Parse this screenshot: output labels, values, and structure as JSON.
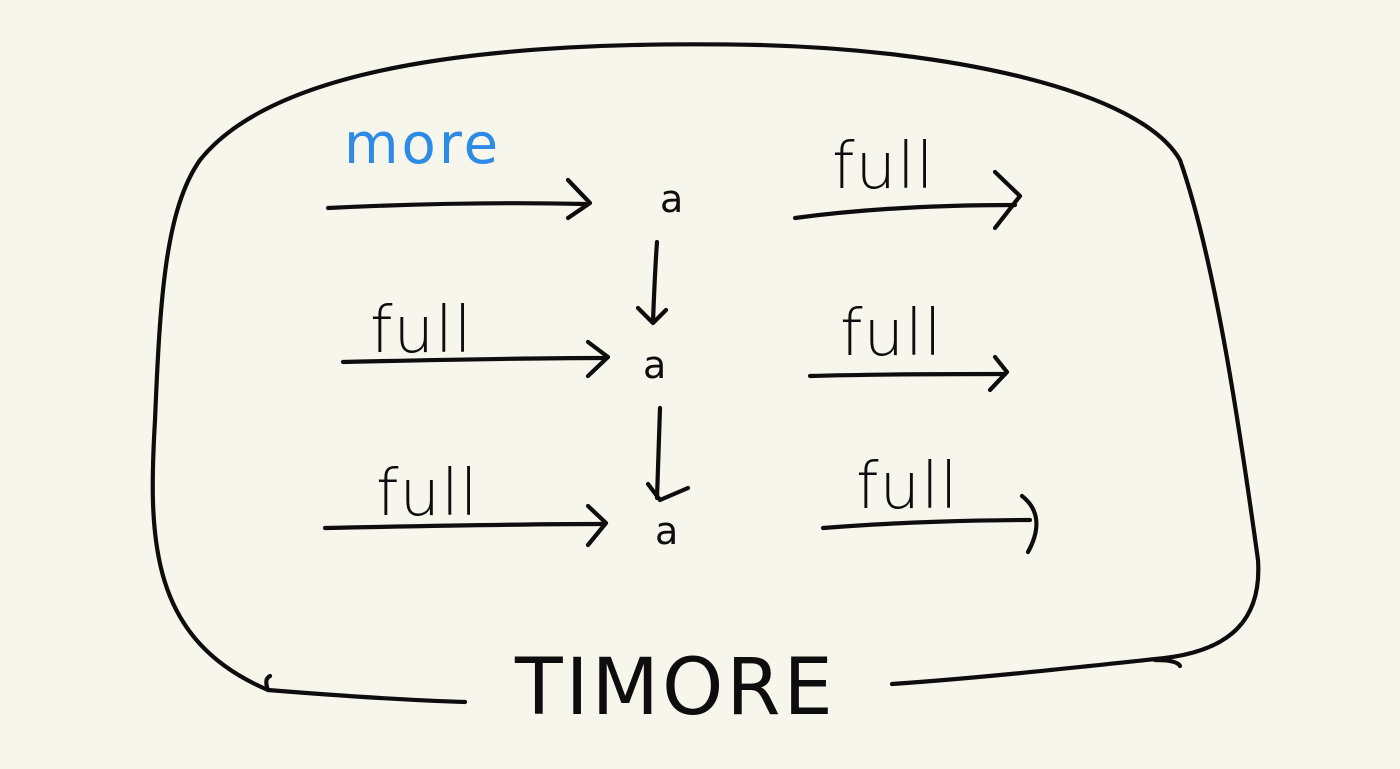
{
  "diagram": {
    "title": "TIMORE",
    "colors": {
      "background": "#f7f6ec",
      "ink": "#0d0d0d",
      "highlight": "#2d8ae6"
    },
    "nodes": [
      {
        "id": "node-1",
        "label": "a"
      },
      {
        "id": "node-2",
        "label": "a"
      },
      {
        "id": "node-3",
        "label": "a"
      }
    ],
    "incoming_edges": [
      {
        "to": "node-1",
        "label": "more",
        "highlight": true
      },
      {
        "to": "node-2",
        "label": "full",
        "highlight": false
      },
      {
        "to": "node-3",
        "label": "full",
        "highlight": false
      }
    ],
    "outgoing_edges": [
      {
        "from": "node-1",
        "label": "full"
      },
      {
        "from": "node-2",
        "label": "full"
      },
      {
        "from": "node-3",
        "label": "full"
      }
    ],
    "internal_edges": [
      {
        "from": "node-1",
        "to": "node-2"
      },
      {
        "from": "node-2",
        "to": "node-3"
      }
    ]
  }
}
